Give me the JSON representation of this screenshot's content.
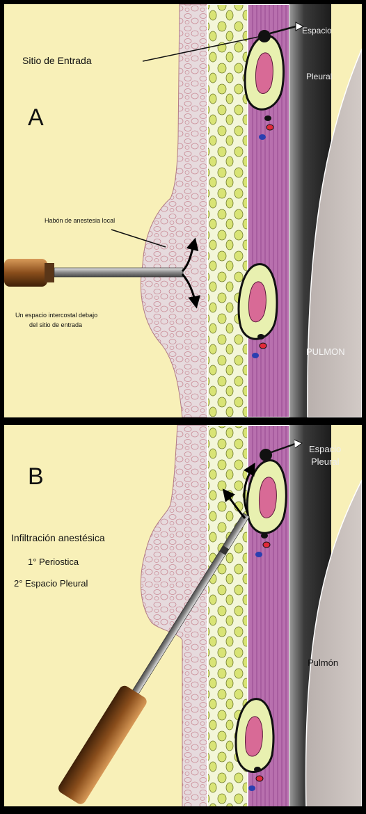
{
  "panel_a": {
    "letter": "A",
    "entry_site": "Sitio de Entrada",
    "space_top": "Espacio",
    "space_bottom": "Pleural",
    "wheal": "Habón de anestesia local",
    "intercostal_line1": "Un espacio intercostal debajo",
    "intercostal_line2": "del sitio de entrada",
    "lung": "PULMON"
  },
  "panel_b": {
    "letter": "B",
    "infiltration": "Infiltración anestésica",
    "step1": "1° Periostica",
    "step2": "2° Espacio Pleural",
    "space_top": "Espacio",
    "space_bottom": "Pleural",
    "lung": "Pulmón"
  },
  "colors": {
    "skin_background": "#f8f0b8",
    "subcutaneous": "#e4d8dc",
    "fat_layer": "#e2ea8c",
    "muscle": "#b46aac",
    "pleural_space": "#3a3a3a",
    "lung": "#c9c0bd",
    "rib_outline": "#e8f0b0",
    "rib_marrow": "#d86a96"
  }
}
